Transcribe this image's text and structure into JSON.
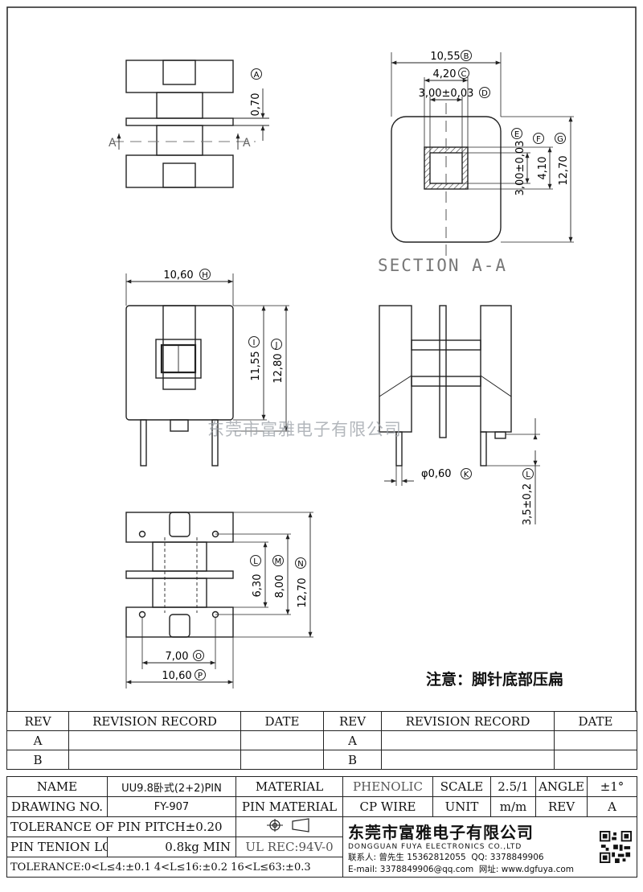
{
  "dimensions": {
    "a": "0,70",
    "b": "10,55",
    "c": "4,20",
    "d": "3,00±0,03",
    "e": "3,00±0,03",
    "f": "4,10",
    "g": "12,70",
    "h": "10,60",
    "i": "11,55",
    "j": "12,80",
    "k": "φ0,60",
    "l_pin": "3,5±0,2",
    "l": "6,30",
    "m": "8,00",
    "n": "12,70",
    "o": "7,00",
    "p": "10,60"
  },
  "markers": {
    "a": "A",
    "b": "B",
    "c": "C",
    "d": "D",
    "e": "E",
    "f": "F",
    "g": "G",
    "h": "H",
    "i": "I",
    "j": "J",
    "k": "K",
    "l_pin": "L",
    "l": "L",
    "m": "M",
    "n": "N",
    "o": "O",
    "p": "P"
  },
  "section_marks": {
    "left": "A",
    "right": "A"
  },
  "section_title": "SECTION A-A",
  "watermark": "东莞市富雅电子有限公司",
  "note": "注意：脚针底部压扁",
  "revision_table": {
    "headers": [
      "REV",
      "REVISION RECORD",
      "DATE",
      "REV",
      "REVISION RECORD",
      "DATE"
    ],
    "rows": [
      [
        "A",
        "",
        "",
        "A",
        "",
        ""
      ],
      [
        "B",
        "",
        "",
        "B",
        "",
        ""
      ]
    ]
  },
  "info": {
    "name_label": "NAME",
    "name_value": "UU9.8卧式(2+2)PIN",
    "material_label": "MATERIAL",
    "material_value": "PHENOLIC",
    "scale_label": "SCALE",
    "scale_value": "2.5/1",
    "angle_label": "ANGLE",
    "angle_value": "±1°",
    "drawing_no_label": "DRAWING NO.",
    "drawing_no_value": "FY-907",
    "pin_material_label": "PIN MATERIAL",
    "pin_material_value": "CP WIRE",
    "unit_label": "UNIT",
    "unit_value": "m/m",
    "rev_label": "REV",
    "rev_value": "A",
    "pitch_tolerance": "TOLERANCE OF PIN PITCH±0.20",
    "pin_tension_label": "PIN TENION LOAD",
    "pin_tension_value": "0.8kg MIN",
    "ul_rec": "UL REC:94V-0",
    "tolerance": "TOLERANCE:0<L≤4:±0.1  4<L≤16:±0.2  16<L≤63:±0.3"
  },
  "company": {
    "name_cn": "东莞市富雅电子有限公司",
    "name_en": "DONGGUAN FUYA ELECTRONICS CO.,LTD",
    "contact": "联系人: 曾先生 15362812055",
    "qq": "QQ: 3378849906",
    "email": "E-mail: 3378849906@qq.com",
    "website": "网址: www.dgfuya.com"
  }
}
